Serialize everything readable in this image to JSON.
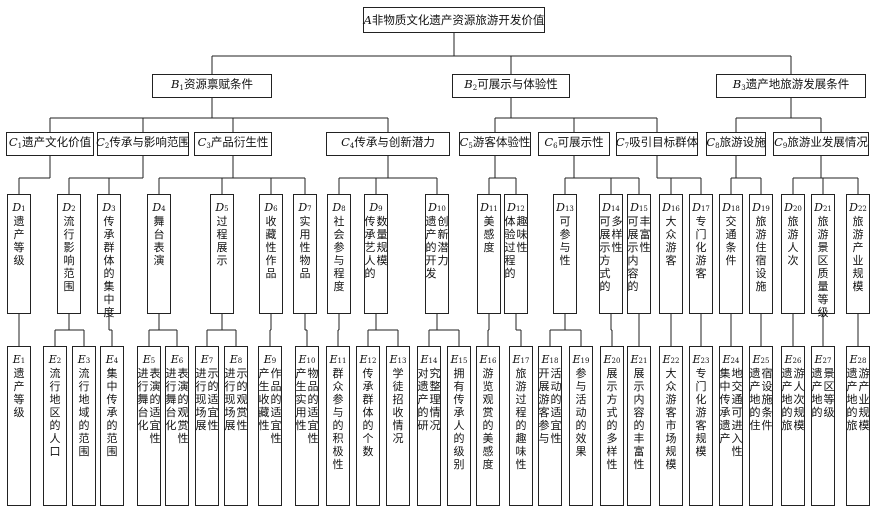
{
  "root": {
    "letter": "A",
    "text": "非物质文化遗产资源旅游开发价值"
  },
  "criteria": [
    {
      "letter": "B",
      "sub": "1",
      "text": "资源禀赋条件"
    },
    {
      "letter": "B",
      "sub": "2",
      "text": "可展示与体验性"
    },
    {
      "letter": "B",
      "sub": "3",
      "text": "遗产地旅游发展条件"
    }
  ],
  "factors": [
    {
      "letter": "C",
      "sub": "1",
      "text": "遗产文化价值"
    },
    {
      "letter": "C",
      "sub": "2",
      "text": "传承与影响范围"
    },
    {
      "letter": "C",
      "sub": "3",
      "text": "产品衍生性"
    },
    {
      "letter": "C",
      "sub": "4",
      "text": "传承与创新潜力"
    },
    {
      "letter": "C",
      "sub": "5",
      "text": "游客体验性"
    },
    {
      "letter": "C",
      "sub": "6",
      "text": "可展示性"
    },
    {
      "letter": "C",
      "sub": "7",
      "text": "吸引目标群体"
    },
    {
      "letter": "C",
      "sub": "8",
      "text": "旅游设施"
    },
    {
      "letter": "C",
      "sub": "9",
      "text": "旅游业发展情况"
    }
  ],
  "indicators": [
    {
      "letter": "D",
      "sub": "1",
      "cols": [
        "遗产等级"
      ]
    },
    {
      "letter": "D",
      "sub": "2",
      "cols": [
        "流行影响范围"
      ]
    },
    {
      "letter": "D",
      "sub": "3",
      "cols": [
        "传承群体的集中度"
      ]
    },
    {
      "letter": "D",
      "sub": "4",
      "cols": [
        "舞台表演"
      ]
    },
    {
      "letter": "D",
      "sub": "5",
      "cols": [
        "过程展示"
      ]
    },
    {
      "letter": "D",
      "sub": "6",
      "cols": [
        "收藏性作品"
      ]
    },
    {
      "letter": "D",
      "sub": "7",
      "cols": [
        "实用性物品"
      ]
    },
    {
      "letter": "D",
      "sub": "8",
      "cols": [
        "社会参与程度"
      ]
    },
    {
      "letter": "D",
      "sub": "9",
      "cols": [
        "传承艺人的",
        "数量规模"
      ]
    },
    {
      "letter": "D",
      "sub": "10",
      "cols": [
        "遗产的开发",
        "创新潜力"
      ]
    },
    {
      "letter": "D",
      "sub": "11",
      "cols": [
        "美感度"
      ]
    },
    {
      "letter": "D",
      "sub": "12",
      "cols": [
        "体验过程的",
        "趣味性"
      ]
    },
    {
      "letter": "D",
      "sub": "13",
      "cols": [
        "可参与性"
      ]
    },
    {
      "letter": "D",
      "sub": "14",
      "cols": [
        "可展示方式的",
        "多样性"
      ]
    },
    {
      "letter": "D",
      "sub": "15",
      "cols": [
        "可展示内容的",
        "丰富性"
      ]
    },
    {
      "letter": "D",
      "sub": "16",
      "cols": [
        "大众游客"
      ]
    },
    {
      "letter": "D",
      "sub": "17",
      "cols": [
        "专门化游客"
      ]
    },
    {
      "letter": "D",
      "sub": "18",
      "cols": [
        "交通条件"
      ]
    },
    {
      "letter": "D",
      "sub": "19",
      "cols": [
        "旅游住宿设施"
      ]
    },
    {
      "letter": "D",
      "sub": "20",
      "cols": [
        "旅游人次"
      ]
    },
    {
      "letter": "D",
      "sub": "21",
      "cols": [
        "旅游景区质量等级"
      ]
    },
    {
      "letter": "D",
      "sub": "22",
      "cols": [
        "旅游产业规模"
      ]
    }
  ],
  "measures": [
    {
      "letter": "E",
      "sub": "1",
      "cols": [
        "遗产等级"
      ]
    },
    {
      "letter": "E",
      "sub": "2",
      "cols": [
        "流行地区的人口"
      ]
    },
    {
      "letter": "E",
      "sub": "3",
      "cols": [
        "流行地域的范围"
      ]
    },
    {
      "letter": "E",
      "sub": "4",
      "cols": [
        "集中传承的范围"
      ]
    },
    {
      "letter": "E",
      "sub": "5",
      "cols": [
        "进行舞台化",
        "表演的适宜性"
      ]
    },
    {
      "letter": "E",
      "sub": "6",
      "cols": [
        "进行舞台化",
        "表演的观赏性"
      ]
    },
    {
      "letter": "E",
      "sub": "7",
      "cols": [
        "进行现场展",
        "示的适宜性"
      ]
    },
    {
      "letter": "E",
      "sub": "8",
      "cols": [
        "进行现场展",
        "示的观赏性"
      ]
    },
    {
      "letter": "E",
      "sub": "9",
      "cols": [
        "产生收藏性",
        "作品的适宜性"
      ]
    },
    {
      "letter": "E",
      "sub": "10",
      "cols": [
        "产生实用性",
        "物品的适宜性"
      ]
    },
    {
      "letter": "E",
      "sub": "11",
      "cols": [
        "群众参与的积极性"
      ]
    },
    {
      "letter": "E",
      "sub": "12",
      "cols": [
        "传承群体的个数"
      ]
    },
    {
      "letter": "E",
      "sub": "13",
      "cols": [
        "学徒招收情况"
      ]
    },
    {
      "letter": "E",
      "sub": "14",
      "cols": [
        "对遗产的研",
        "究整理情况"
      ]
    },
    {
      "letter": "E",
      "sub": "15",
      "cols": [
        "拥有传承人的级别"
      ]
    },
    {
      "letter": "E",
      "sub": "16",
      "cols": [
        "游览观赏的美感度"
      ]
    },
    {
      "letter": "E",
      "sub": "17",
      "cols": [
        "旅游过程的趣味性"
      ]
    },
    {
      "letter": "E",
      "sub": "18",
      "cols": [
        "开展游客参与",
        "活动的适宜性"
      ]
    },
    {
      "letter": "E",
      "sub": "19",
      "cols": [
        "参与活动的效果"
      ]
    },
    {
      "letter": "E",
      "sub": "20",
      "cols": [
        "展示方式的多样性"
      ]
    },
    {
      "letter": "E",
      "sub": "21",
      "cols": [
        "展示内容的丰富性"
      ]
    },
    {
      "letter": "E",
      "sub": "22",
      "cols": [
        "大众游客市场规模"
      ]
    },
    {
      "letter": "E",
      "sub": "23",
      "cols": [
        "专门化游客规模"
      ]
    },
    {
      "letter": "E",
      "sub": "24",
      "cols": [
        "集中传承遗产",
        "地交通可进入性"
      ]
    },
    {
      "letter": "E",
      "sub": "25",
      "cols": [
        "遗产地的住",
        "宿设施条件"
      ]
    },
    {
      "letter": "E",
      "sub": "26",
      "cols": [
        "遗产地的旅",
        "游人次规模"
      ]
    },
    {
      "letter": "E",
      "sub": "27",
      "cols": [
        "遗产地的",
        "景区等级"
      ]
    },
    {
      "letter": "E",
      "sub": "28",
      "cols": [
        "遗产地的旅",
        "游产业规模"
      ]
    }
  ]
}
